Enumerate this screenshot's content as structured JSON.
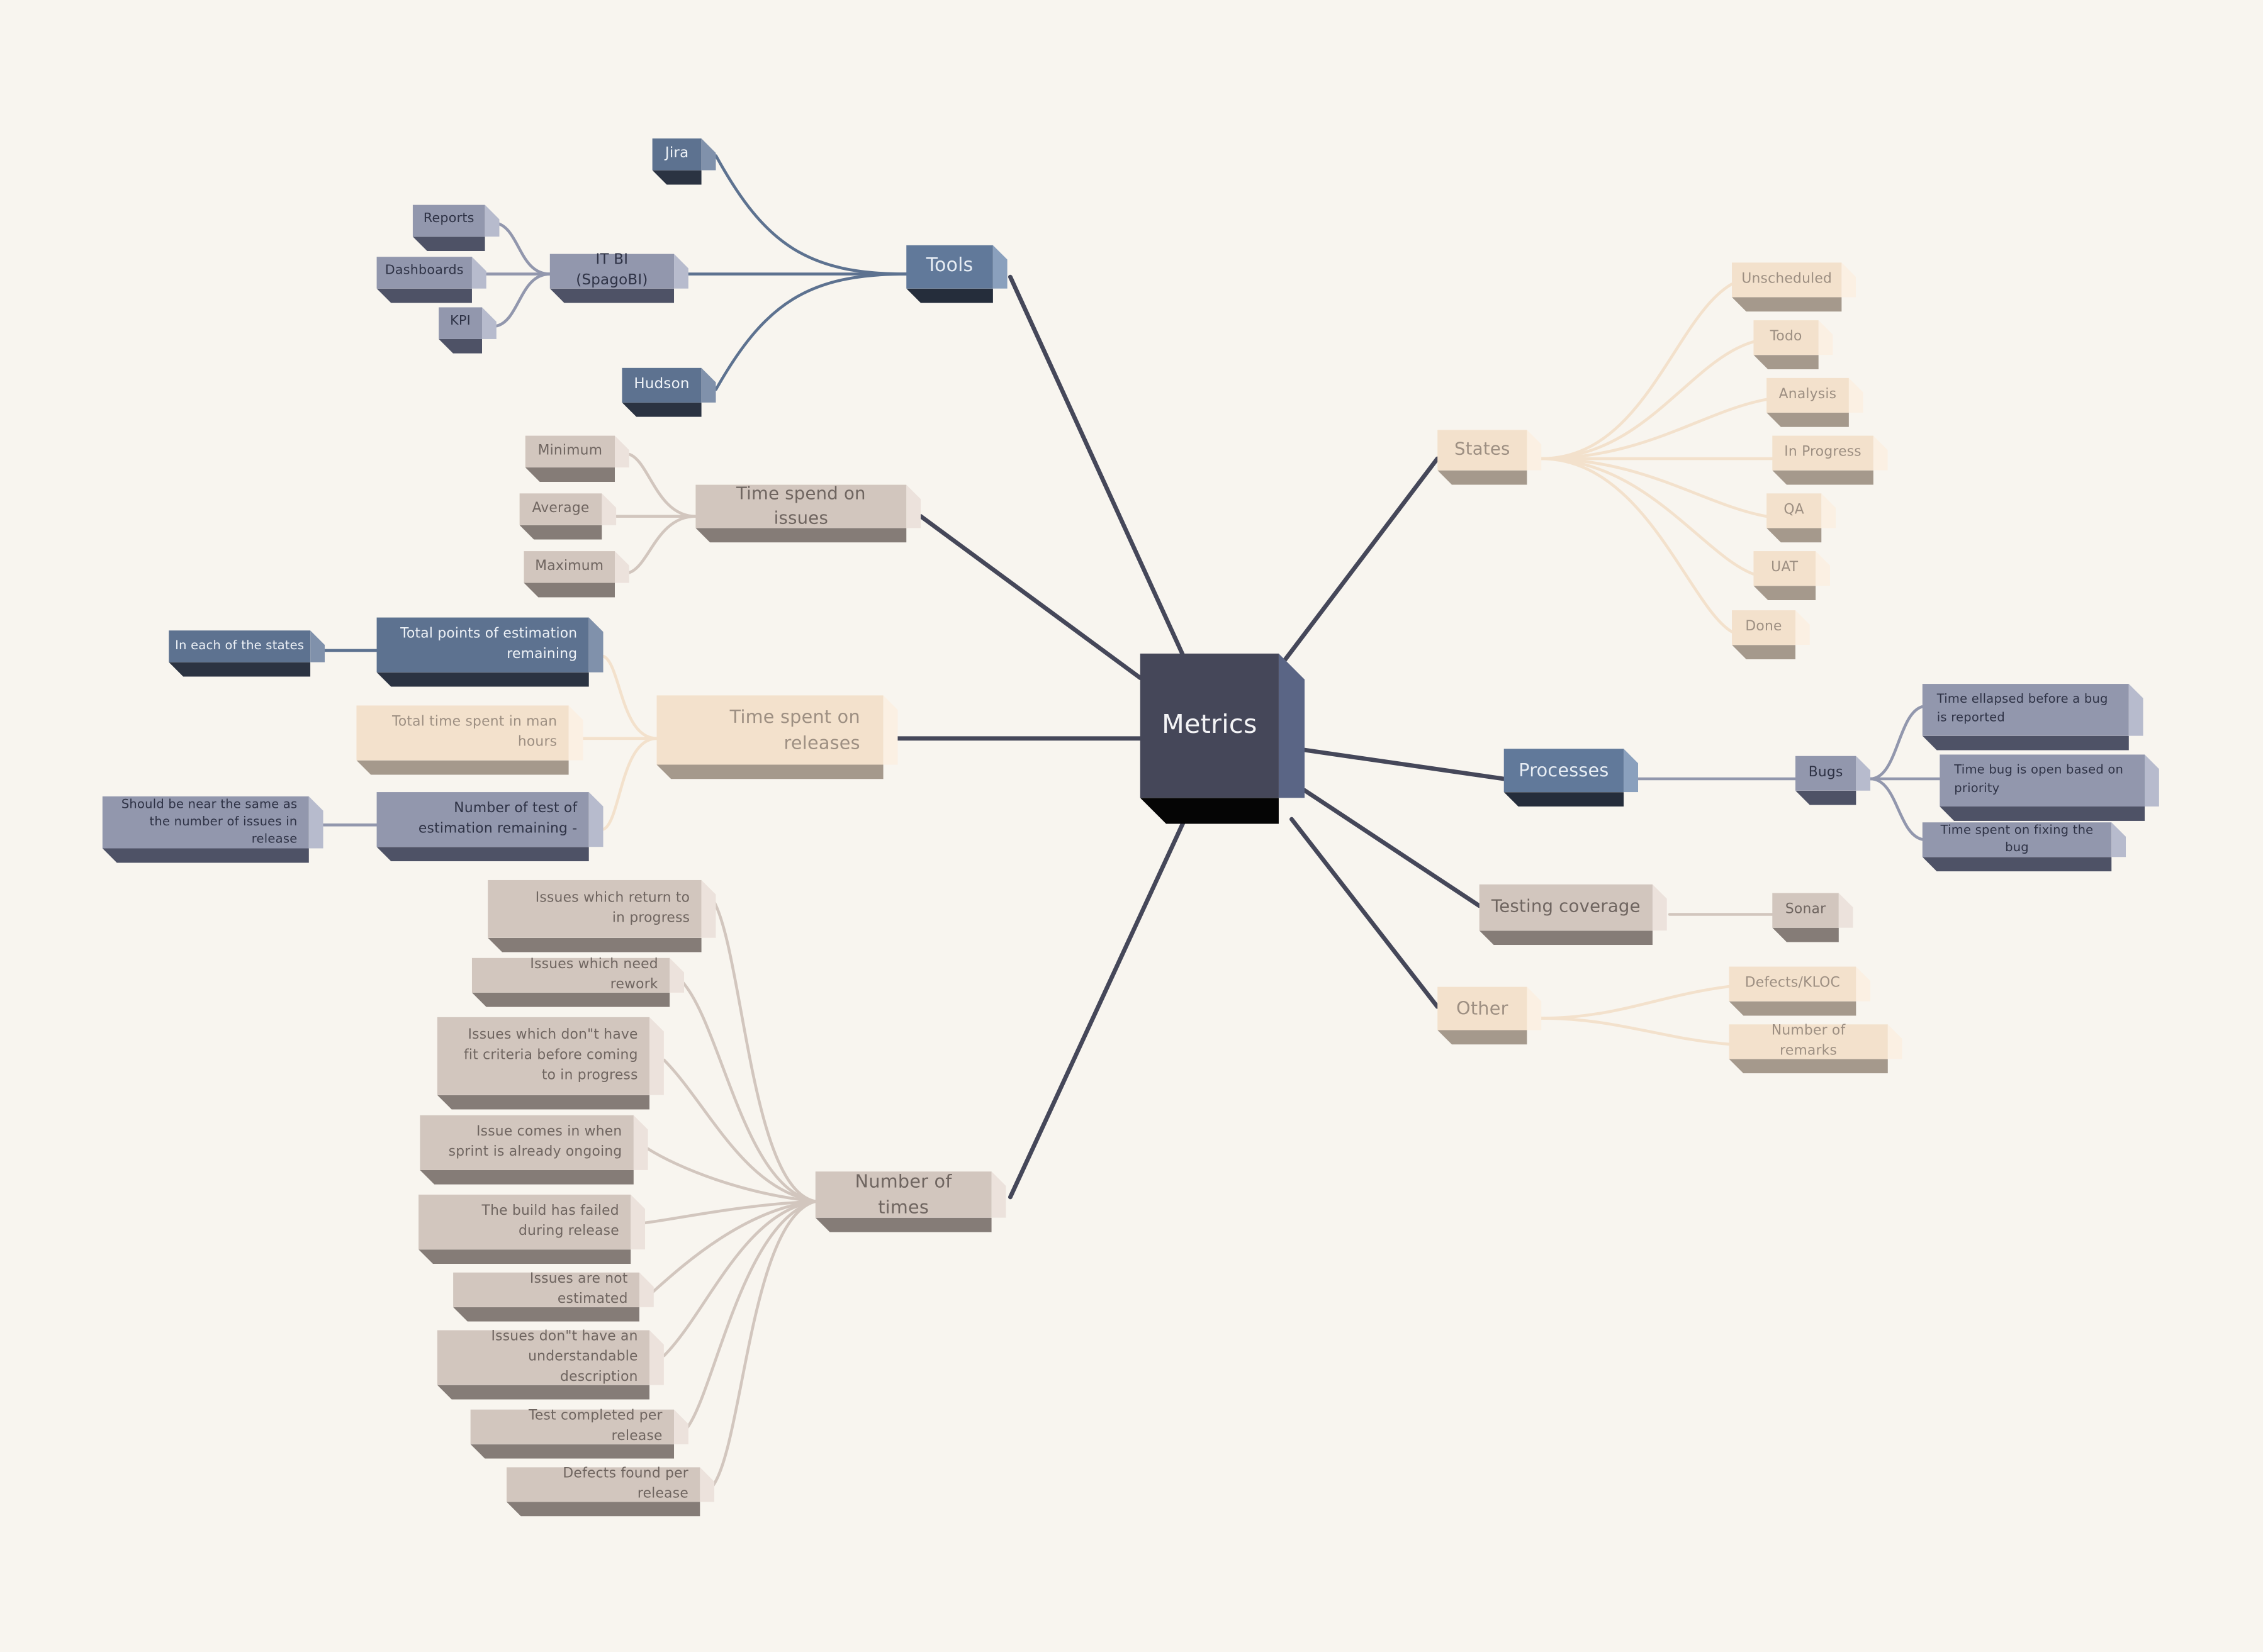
{
  "root": "Metrics",
  "tools": {
    "label": "Tools",
    "jira": "Jira",
    "it_bi": "IT BI (SpagoBI)",
    "reports": "Reports",
    "dashboards": "Dashboards",
    "kpi": "KPI",
    "hudson": "Hudson"
  },
  "time_spend_on_issues": {
    "label": "Time spend on issues",
    "minimum": "Minimum",
    "average": "Average",
    "maximum": "Maximum"
  },
  "time_spent_on_releases": {
    "label": "Time spent on releases",
    "total_points": "Total points of estimation remaining",
    "in_each_state": "In each of the states",
    "total_time": "Total time spent in man hours",
    "number_of_test": "Number of test of estimation remaining -",
    "near_same": "Should be near the same as the number of issues in release"
  },
  "number_of_times": {
    "label": "Number of times",
    "items": [
      "Issues which return to in progress",
      "Issues which need rework",
      "Issues which don\"t have fit criteria before coming to in progress",
      "Issue comes in when sprint is already ongoing",
      "The build has failed during release",
      "Issues are not estimated",
      "Issues don\"t have an understandable description",
      "Test completed per release",
      "Defects found per release"
    ]
  },
  "states": {
    "label": "States",
    "items": [
      "Unscheduled",
      "Todo",
      "Analysis",
      "In Progress",
      "QA",
      "UAT",
      "Done"
    ]
  },
  "processes": {
    "label": "Processes",
    "bugs": "Bugs",
    "items": [
      "Time ellapsed before a bug is reported",
      "Time bug is open based on priority",
      "Time spent on fixing the bug"
    ]
  },
  "testing_coverage": {
    "label": "Testing coverage",
    "sonar": "Sonar"
  },
  "other": {
    "label": "Other",
    "items": [
      "Defects/KLOC",
      "Number of remarks"
    ]
  },
  "colors": {
    "background": "#f8f5ef",
    "main_line": "#454759",
    "navy_line": "#5d7290",
    "lavender_line": "#9297ad",
    "taupe_line": "#d2c6be",
    "peach_line": "#f3e1cc"
  }
}
